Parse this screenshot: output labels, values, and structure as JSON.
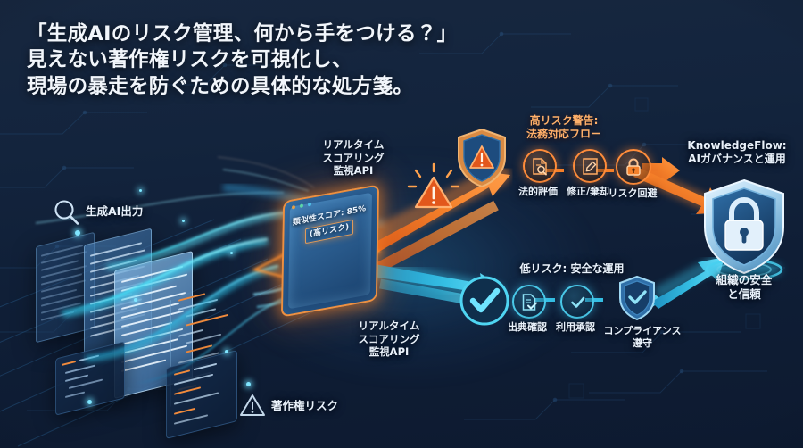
{
  "meta": {
    "headline_lines": [
      "「生成AIのリスク管理、何から手をつける？」",
      "見えない著作権リスクを可視化し、",
      "現場の暴走を防ぐための具体的な処方箋。"
    ]
  },
  "colors": {
    "background": "#102038",
    "background_top": "#17273f",
    "headline_text": "#f2f6fb",
    "risk_orange": "#f47a20",
    "risk_orange_light": "#ffb06a",
    "safe_cyan": "#35c9ea",
    "safe_cyan_light": "#8fe3f7",
    "label_text": "#eaf2fb",
    "shield_blue": "#bcdcf4"
  },
  "left_section": {
    "source_label": "生成AI出力",
    "source_icon": "magnifier-icon",
    "risk_label": "著作権リスク",
    "risk_icon": "warning-triangle-icon",
    "documents": 3,
    "code_panels": 3
  },
  "center_section": {
    "api_label_top": "リアルタイム\nスコアリング\n監視API",
    "api_label_top_lines": [
      "リアルタイム",
      "スコアリング",
      "監視API"
    ],
    "api_label_bottom_lines": [
      "リアルタイム",
      "スコアリング",
      "監視API"
    ],
    "score_text": "類似性スコア: 85%",
    "score_value": "85%",
    "score_metric": "類似性スコア",
    "risk_level": "(高リスク)",
    "alert_icon": "warning-triangle-icon",
    "device_icon": "tablet-device"
  },
  "high_risk_branch": {
    "title_lines": [
      "高リスク警告:",
      "法務対応フロー"
    ],
    "entry_icon": "shield-warning-icon",
    "steps": [
      {
        "label": "法的評価",
        "icon": "document-search-icon"
      },
      {
        "label": "修正/棄却",
        "icon": "edit-document-icon"
      },
      {
        "label": "リスク回避",
        "icon": "lock-icon"
      }
    ]
  },
  "low_risk_branch": {
    "title": "低リスク: 安全な運用",
    "entry_icon": "check-circle-icon",
    "steps": [
      {
        "label": "出典確認",
        "icon": "document-check-icon"
      },
      {
        "label": "利用承認",
        "icon": "check-circle-icon"
      },
      {
        "label": "コンプライアンス\n遵守",
        "icon": "shield-check-icon"
      }
    ],
    "compliance_lines": [
      "コンプライアンス",
      "遵守"
    ]
  },
  "right_section": {
    "title_lines": [
      "KnowledgeFlow:",
      "AIガバナンスと運用"
    ],
    "outcome_lines": [
      "組織の安全",
      "と信頼"
    ],
    "icon": "shield-lock-icon"
  }
}
